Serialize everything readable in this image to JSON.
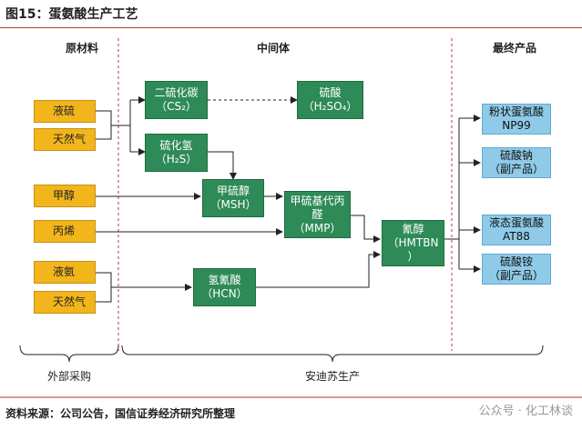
{
  "title": "图15：蛋氨酸生产工艺",
  "columns": {
    "raw": "原材料",
    "mid": "中间体",
    "final": "最终产品"
  },
  "raw_materials": {
    "liquid_sulfur": "液硫",
    "natural_gas_1": "天然气",
    "methanol": "甲醇",
    "propylene": "丙烯",
    "liquid_ammonia": "液氨",
    "natural_gas_2": "天然气"
  },
  "intermediates": {
    "cs2": {
      "line1": "二硫化碳",
      "line2": "（CS₂）"
    },
    "h2so4": {
      "line1": "硫酸",
      "line2": "（H₂SO₄）"
    },
    "h2s": {
      "line1": "硫化氢",
      "line2": "（H₂S）"
    },
    "msh": {
      "line1": "甲硫醇",
      "line2": "（MSH）"
    },
    "mmp": {
      "line1": "甲硫基代丙",
      "line2": "醛",
      "line3": "（MMP）"
    },
    "hcn": {
      "line1": "氢氰酸",
      "line2": "（HCN）"
    },
    "hmtbn": {
      "line1": "氰醇",
      "line2": "（HMTBN",
      "line3": "）"
    }
  },
  "final_products": {
    "np99": {
      "line1": "粉状蛋氨酸",
      "line2": "NP99"
    },
    "sodium_sulfate": {
      "line1": "硫酸钠",
      "line2": "（副产品）"
    },
    "at88": {
      "line1": "液态蛋氨酸",
      "line2": "AT88"
    },
    "ammonium_sulfate": {
      "line1": "硫酸铵",
      "line2": "（副产品）"
    }
  },
  "braces": {
    "outsourced": "外部采购",
    "in_house": "安迪苏生产"
  },
  "source": "资料来源：公司公告，国信证券经济研究所整理",
  "watermark": "公众号 · 化工林谈",
  "colors": {
    "raw": "#f2b51c",
    "intermediate": "#2e8b57",
    "final": "#8fcbe8",
    "divider": "#c0392b"
  }
}
